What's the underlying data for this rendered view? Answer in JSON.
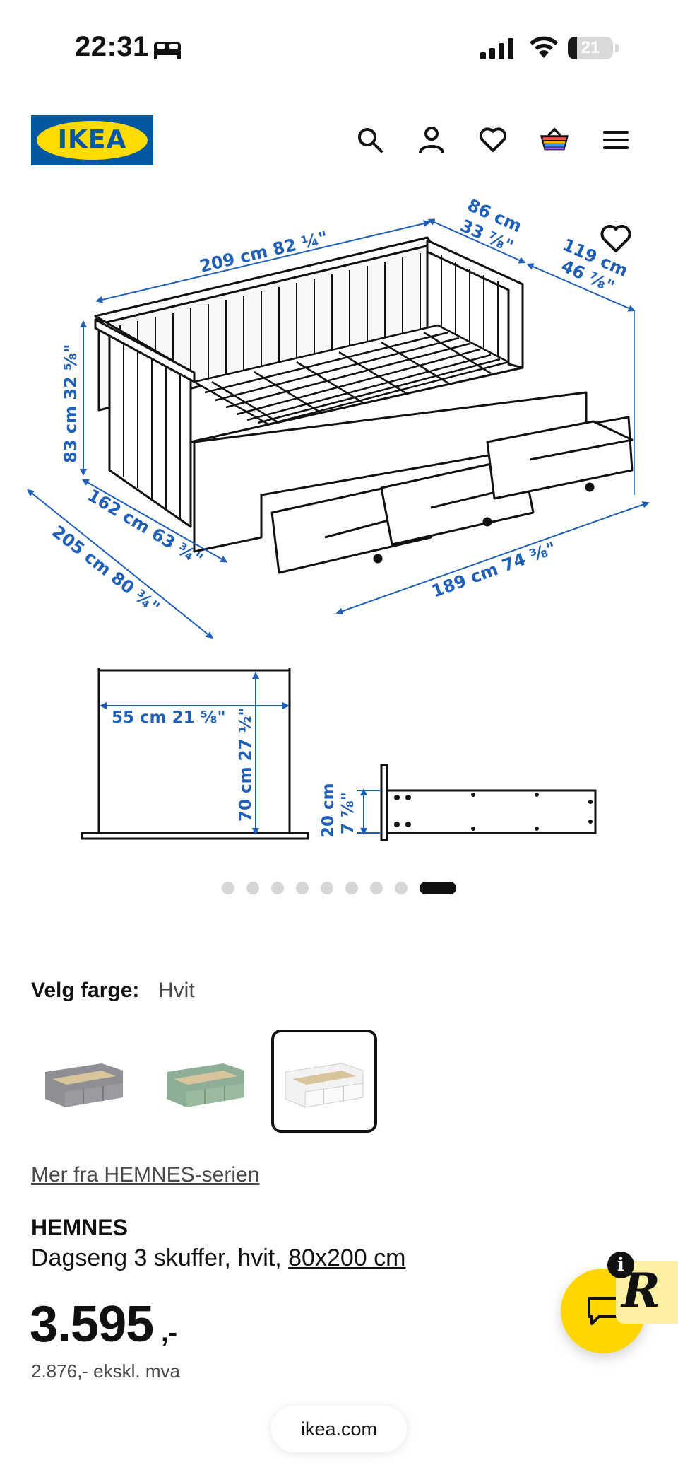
{
  "status_bar": {
    "time": "22:31",
    "battery": "21",
    "battery_fraction": 0.21
  },
  "header": {
    "logo_text": "IKEA",
    "icons": [
      "search-icon",
      "user-icon",
      "heart-icon",
      "basket-icon",
      "menu-icon"
    ]
  },
  "gallery": {
    "dims": {
      "length": "209 cm 82 ¼\"",
      "depth_top": "86 cm",
      "depth_top_in": "33 ⅞\"",
      "width_right": "119 cm",
      "width_right_in": "46 ⅞\"",
      "height": "83 cm 32 ⅝\"",
      "side": "162 cm 63 ¾\"",
      "extended": "205 cm 80 ¾\"",
      "front": "189 cm 74 ⅜\"",
      "drawer_width": "55 cm 21 ⅝\"",
      "drawer_depth": "70 cm 27 ½\"",
      "drawer_height": "20 cm",
      "drawer_height_in": "7 ⅞\""
    },
    "slide_count": 9,
    "active_slide": 9
  },
  "color": {
    "label": "Velg farge:",
    "value": "Hvit",
    "swatches": [
      {
        "name": "grey",
        "color": "#8e8f94"
      },
      {
        "name": "green",
        "color": "#8fae97"
      },
      {
        "name": "white",
        "color": "#f2f2f2"
      }
    ]
  },
  "product": {
    "series_link": "Mer fra HEMNES-serien",
    "name": "HEMNES",
    "desc": "Dagseng 3 skuffer, hvit, ",
    "size": "80x200 cm",
    "price": "3.595",
    "price_suffix": ",-",
    "price_ex_vat": "2.876,- ekskl. mva"
  },
  "browser": {
    "url": "ikea.com"
  },
  "colors": {
    "ikea_blue": "#0058a3",
    "ikea_yellow": "#ffdb00",
    "dim_blue": "#1f5fb8",
    "chat_yellow": "#ffd600"
  }
}
